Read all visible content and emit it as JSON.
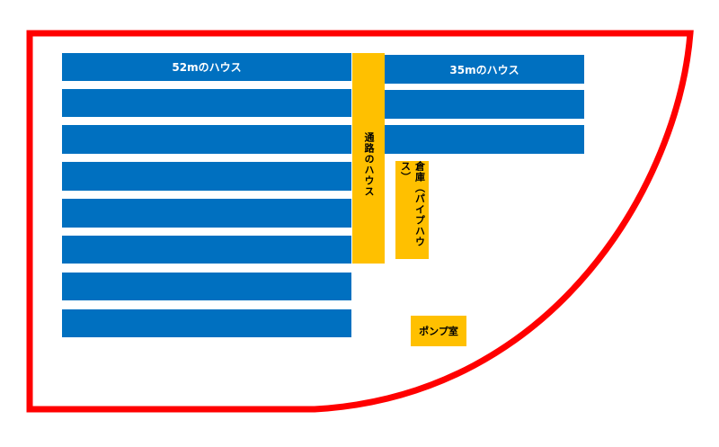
{
  "colors": {
    "boundary": "#ff0000",
    "house": "#0070c0",
    "facility": "#ffc000"
  },
  "houses_52m": {
    "label": "52mのハウス",
    "rows": 8
  },
  "houses_35m": {
    "label": "35mのハウス",
    "rows": 3
  },
  "passage": {
    "label": "通路のハウス"
  },
  "storage": {
    "label": "倉庫（パイプハウス）"
  },
  "pump": {
    "label": "ポンプ室"
  }
}
